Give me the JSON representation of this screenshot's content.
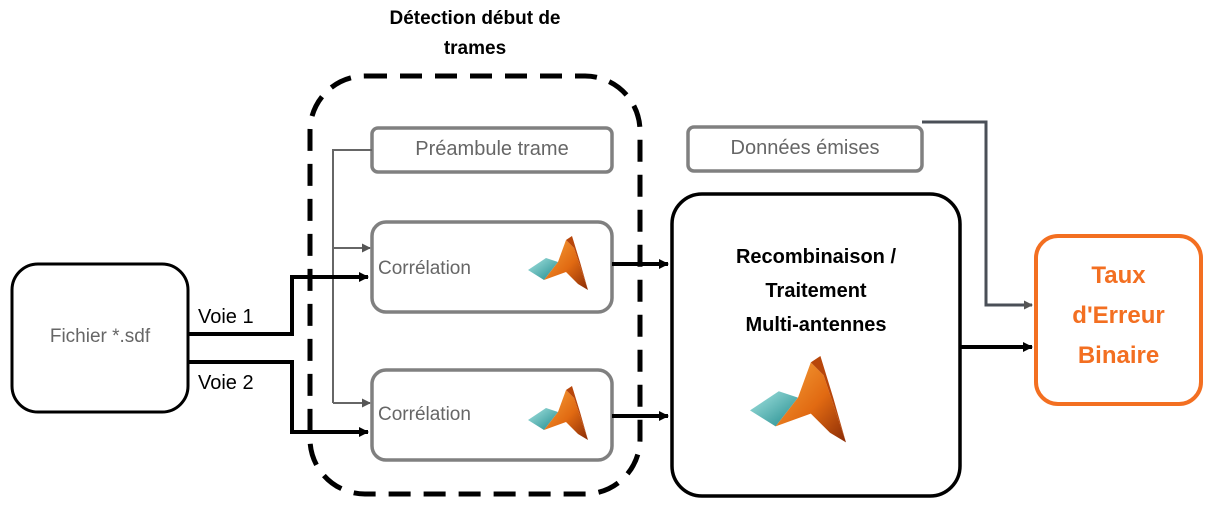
{
  "group": {
    "title_line1": "Détection début de",
    "title_line2": "trames"
  },
  "blocks": {
    "fichier": "Fichier *.sdf",
    "preambule": "Préambule trame",
    "correlation_top": "Corrélation",
    "correlation_bottom": "Corrélation",
    "donnees": "Données émises",
    "recombinaison_line1": "Recombinaison /",
    "recombinaison_line2": "Traitement",
    "recombinaison_line3": "Multi-antennes",
    "teb_line1": "Taux",
    "teb_line2": "d'Erreur",
    "teb_line3": "Binaire"
  },
  "edges": {
    "voie1": "Voie 1",
    "voie2": "Voie 2"
  },
  "icons": {
    "matlab": "matlab-logo-icon"
  },
  "colors": {
    "black": "#000000",
    "gray": "#808080",
    "dark_gray": "#555555",
    "orange": "#f36f21",
    "teal": "#3fb6b3",
    "matlab_orange": "#e16a12"
  }
}
